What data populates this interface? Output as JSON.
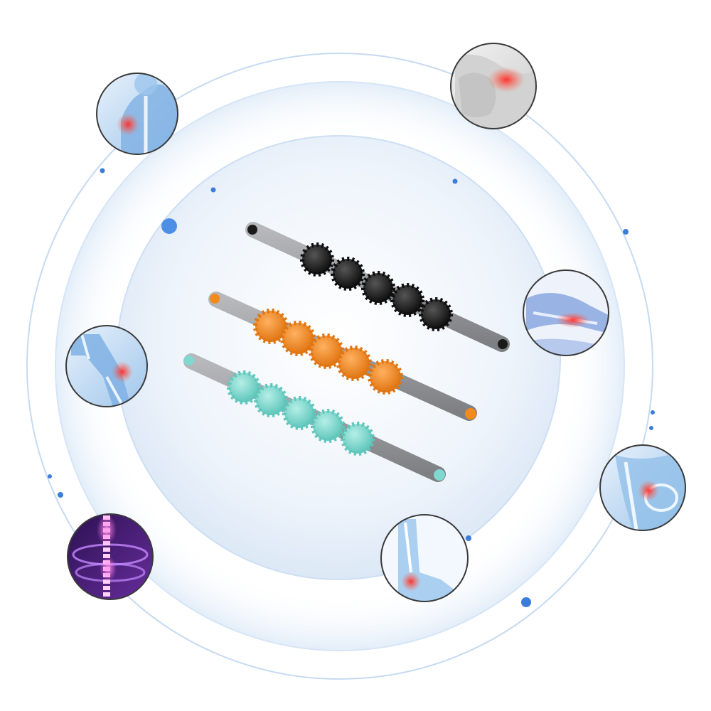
{
  "scene": {
    "background": "#ffffff",
    "accent_color": "#3b7ddb",
    "rings": [
      {
        "name": "outer-ring",
        "color": "#c6daf1"
      },
      {
        "name": "middle-ring",
        "color": "#d6e5f6"
      },
      {
        "name": "inner-disc",
        "color": "#e6f0fa"
      }
    ],
    "rollers": [
      {
        "name": "black-roller",
        "ball_color": "#1a1a1a",
        "cap_color": "#1a1a1a",
        "handle_color": "#9a9c9f",
        "ball_count": 5
      },
      {
        "name": "orange-roller",
        "ball_color": "#f28a1c",
        "cap_color": "#f28a1c",
        "handle_color": "#9a9c9f",
        "ball_count": 5
      },
      {
        "name": "teal-roller",
        "ball_color": "#7fd9cf",
        "cap_color": "#7fd9cf",
        "handle_color": "#9a9c9f",
        "ball_count": 5
      }
    ],
    "body_part_insets": [
      {
        "name": "shoulder-inset",
        "subject": "shoulder",
        "highlight_color": "#ff5a4a",
        "tone": "#6fa8dc"
      },
      {
        "name": "neck-inset",
        "subject": "neck",
        "highlight_color": "#ff3b3b",
        "tone": "#d8d8d8"
      },
      {
        "name": "knee-inset",
        "subject": "knee",
        "highlight_color": "#ff5a4a",
        "tone": "#6fa8dc"
      },
      {
        "name": "arm-inset",
        "subject": "arm",
        "highlight_color": "#ff4a4a",
        "tone": "#7f9fd8"
      },
      {
        "name": "hip-inset",
        "subject": "hip",
        "highlight_color": "#ff6a4a",
        "tone": "#7fb3e0"
      },
      {
        "name": "ankle-inset",
        "subject": "ankle",
        "highlight_color": "#ff5a4a",
        "tone": "#8fc0ea"
      },
      {
        "name": "spine-inset",
        "subject": "spine",
        "highlight_color": "#ff6adf",
        "tone": "#5b2a8a"
      }
    ]
  }
}
